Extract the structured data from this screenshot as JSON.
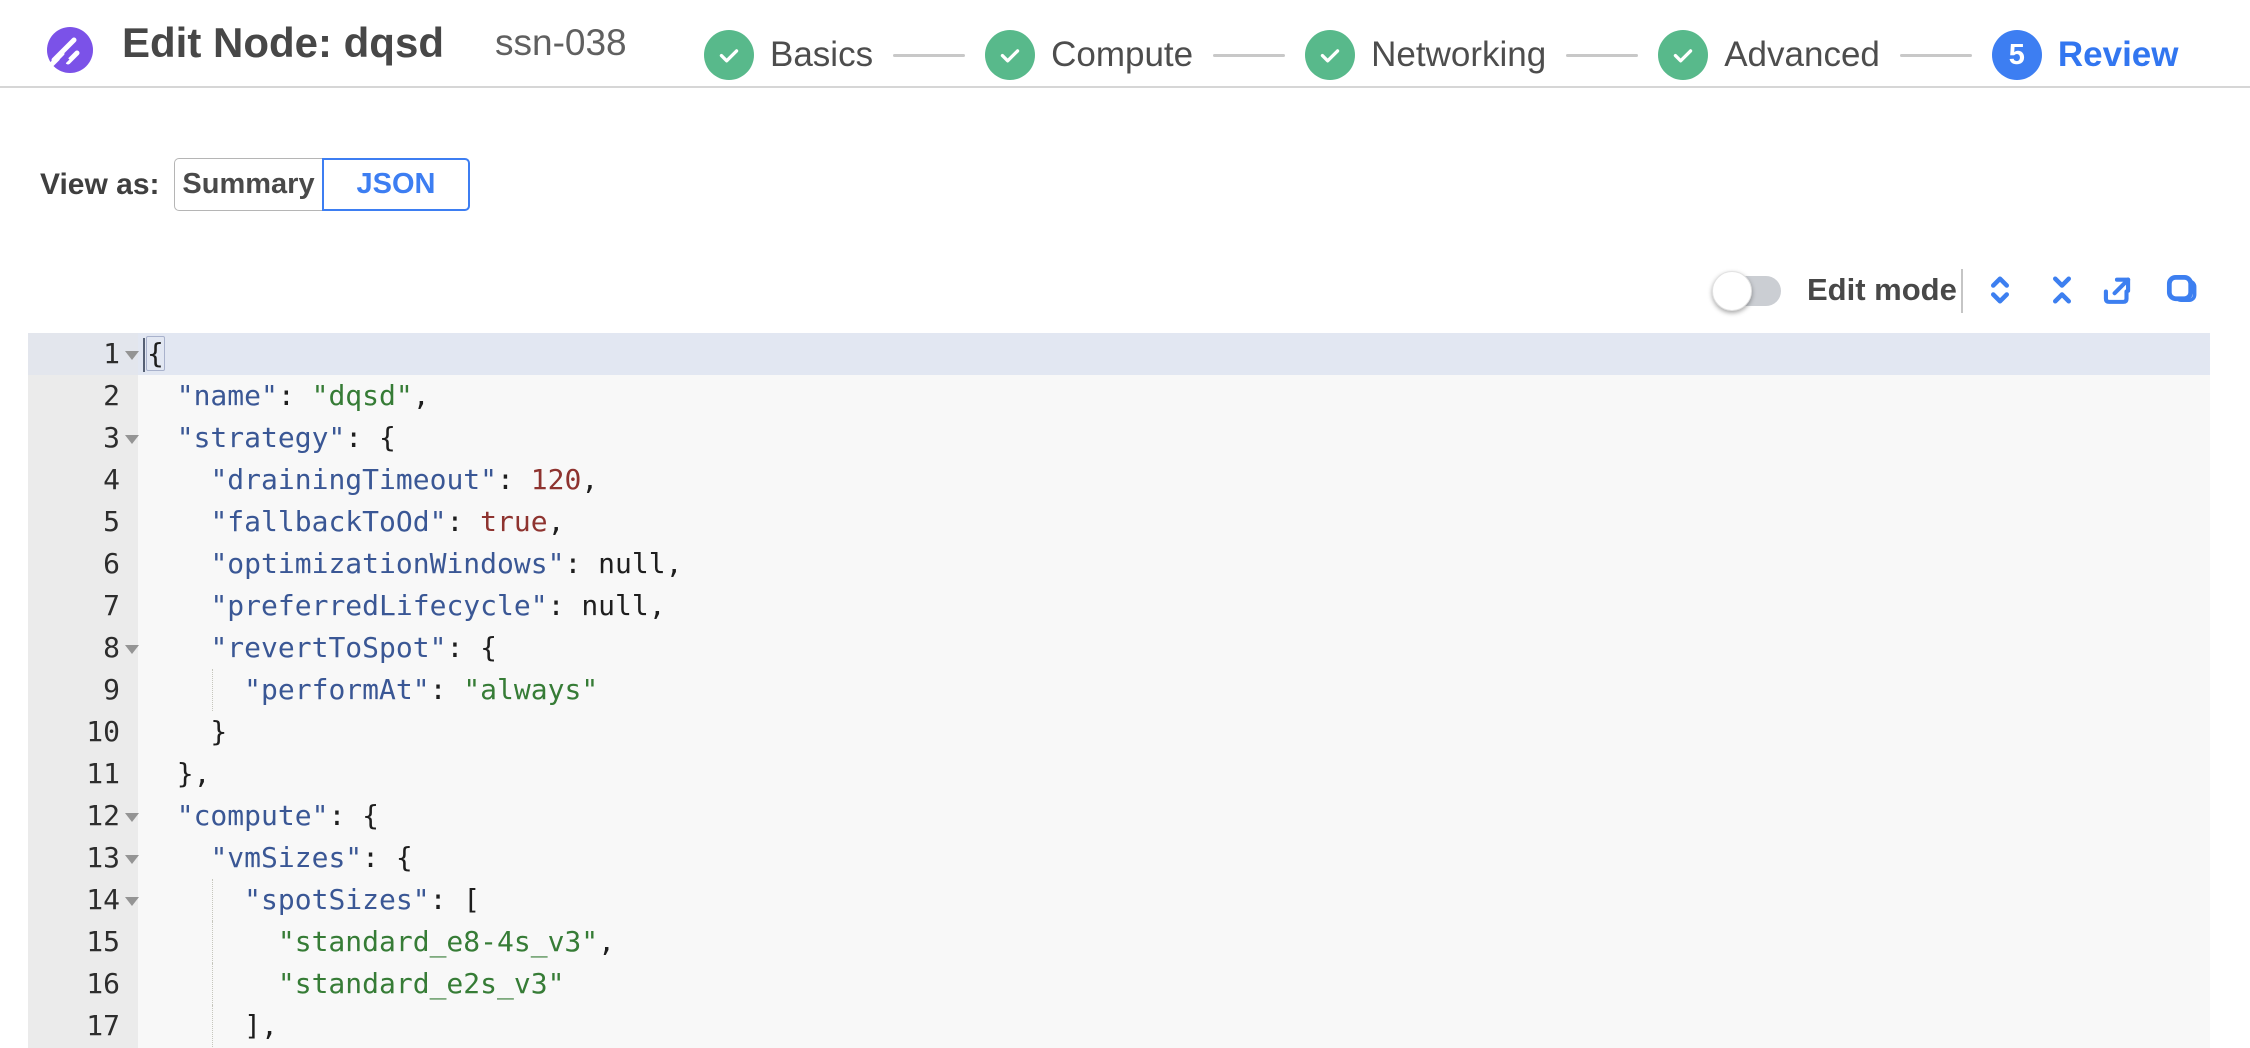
{
  "header": {
    "title": "Edit Node: dqsd",
    "subtitle": "ssn-038",
    "logo_icon": "spot-logo-icon",
    "steps": [
      {
        "label": "Basics",
        "state": "done"
      },
      {
        "label": "Compute",
        "state": "done"
      },
      {
        "label": "Networking",
        "state": "done"
      },
      {
        "label": "Advanced",
        "state": "done"
      },
      {
        "label": "Review",
        "state": "current",
        "number": "5"
      }
    ]
  },
  "view_as": {
    "label": "View as:",
    "options": [
      {
        "label": "Summary",
        "selected": false
      },
      {
        "label": "JSON",
        "selected": true
      }
    ]
  },
  "toolbar": {
    "edit_mode_label": "Edit mode",
    "edit_mode_on": false,
    "icons": [
      "expand-all-icon",
      "collapse-all-icon",
      "export-icon",
      "copy-icon"
    ]
  },
  "editor": {
    "active_line": 1,
    "lines": [
      {
        "n": 1,
        "fold": true,
        "guide": false,
        "tokens": [
          {
            "c": "cursor",
            "t": ""
          },
          {
            "c": "brkt",
            "t": "{"
          }
        ]
      },
      {
        "n": 2,
        "fold": false,
        "guide": false,
        "tokens": [
          {
            "c": "pl",
            "t": "  "
          },
          {
            "c": "key",
            "t": "\"name\""
          },
          {
            "c": "pl",
            "t": ": "
          },
          {
            "c": "str",
            "t": "\"dqsd\""
          },
          {
            "c": "pl",
            "t": ","
          }
        ]
      },
      {
        "n": 3,
        "fold": true,
        "guide": false,
        "tokens": [
          {
            "c": "pl",
            "t": "  "
          },
          {
            "c": "key",
            "t": "\"strategy\""
          },
          {
            "c": "pl",
            "t": ": {"
          }
        ]
      },
      {
        "n": 4,
        "fold": false,
        "guide": false,
        "tokens": [
          {
            "c": "pl",
            "t": "    "
          },
          {
            "c": "key",
            "t": "\"drainingTimeout\""
          },
          {
            "c": "pl",
            "t": ": "
          },
          {
            "c": "num",
            "t": "120"
          },
          {
            "c": "pl",
            "t": ","
          }
        ]
      },
      {
        "n": 5,
        "fold": false,
        "guide": false,
        "tokens": [
          {
            "c": "pl",
            "t": "    "
          },
          {
            "c": "key",
            "t": "\"fallbackToOd\""
          },
          {
            "c": "pl",
            "t": ": "
          },
          {
            "c": "bool",
            "t": "true"
          },
          {
            "c": "pl",
            "t": ","
          }
        ]
      },
      {
        "n": 6,
        "fold": false,
        "guide": false,
        "tokens": [
          {
            "c": "pl",
            "t": "    "
          },
          {
            "c": "key",
            "t": "\"optimizationWindows\""
          },
          {
            "c": "pl",
            "t": ": "
          },
          {
            "c": "nul",
            "t": "null"
          },
          {
            "c": "pl",
            "t": ","
          }
        ]
      },
      {
        "n": 7,
        "fold": false,
        "guide": false,
        "tokens": [
          {
            "c": "pl",
            "t": "    "
          },
          {
            "c": "key",
            "t": "\"preferredLifecycle\""
          },
          {
            "c": "pl",
            "t": ": "
          },
          {
            "c": "nul",
            "t": "null"
          },
          {
            "c": "pl",
            "t": ","
          }
        ]
      },
      {
        "n": 8,
        "fold": true,
        "guide": false,
        "tokens": [
          {
            "c": "pl",
            "t": "    "
          },
          {
            "c": "key",
            "t": "\"revertToSpot\""
          },
          {
            "c": "pl",
            "t": ": {"
          }
        ]
      },
      {
        "n": 9,
        "fold": false,
        "guide": true,
        "tokens": [
          {
            "c": "pl",
            "t": "      "
          },
          {
            "c": "key",
            "t": "\"performAt\""
          },
          {
            "c": "pl",
            "t": ": "
          },
          {
            "c": "str",
            "t": "\"always\""
          }
        ]
      },
      {
        "n": 10,
        "fold": false,
        "guide": false,
        "tokens": [
          {
            "c": "pl",
            "t": "    }"
          }
        ]
      },
      {
        "n": 11,
        "fold": false,
        "guide": false,
        "tokens": [
          {
            "c": "pl",
            "t": "  },"
          }
        ]
      },
      {
        "n": 12,
        "fold": true,
        "guide": false,
        "tokens": [
          {
            "c": "pl",
            "t": "  "
          },
          {
            "c": "key",
            "t": "\"compute\""
          },
          {
            "c": "pl",
            "t": ": {"
          }
        ]
      },
      {
        "n": 13,
        "fold": true,
        "guide": false,
        "tokens": [
          {
            "c": "pl",
            "t": "    "
          },
          {
            "c": "key",
            "t": "\"vmSizes\""
          },
          {
            "c": "pl",
            "t": ": {"
          }
        ]
      },
      {
        "n": 14,
        "fold": true,
        "guide": true,
        "tokens": [
          {
            "c": "pl",
            "t": "      "
          },
          {
            "c": "key",
            "t": "\"spotSizes\""
          },
          {
            "c": "pl",
            "t": ": ["
          }
        ]
      },
      {
        "n": 15,
        "fold": false,
        "guide": true,
        "tokens": [
          {
            "c": "pl",
            "t": "        "
          },
          {
            "c": "str",
            "t": "\"standard_e8-4s_v3\""
          },
          {
            "c": "pl",
            "t": ","
          }
        ]
      },
      {
        "n": 16,
        "fold": false,
        "guide": true,
        "tokens": [
          {
            "c": "pl",
            "t": "        "
          },
          {
            "c": "str",
            "t": "\"standard_e2s_v3\""
          }
        ]
      },
      {
        "n": 17,
        "fold": false,
        "guide": true,
        "tokens": [
          {
            "c": "pl",
            "t": "      ],"
          }
        ]
      }
    ]
  },
  "colors": {
    "brand_purple": "#7b52e8",
    "step_done_green": "#58b98b",
    "step_current_blue": "#3d7ef2",
    "accent_blue": "#3d7ef2",
    "syntax_key": "#3a5795",
    "syntax_string": "#367c36",
    "syntax_number": "#8e332f",
    "editor_bg": "#f8f8f8",
    "gutter_bg": "#ebebeb",
    "active_line_bg": "#e2e7f2"
  }
}
